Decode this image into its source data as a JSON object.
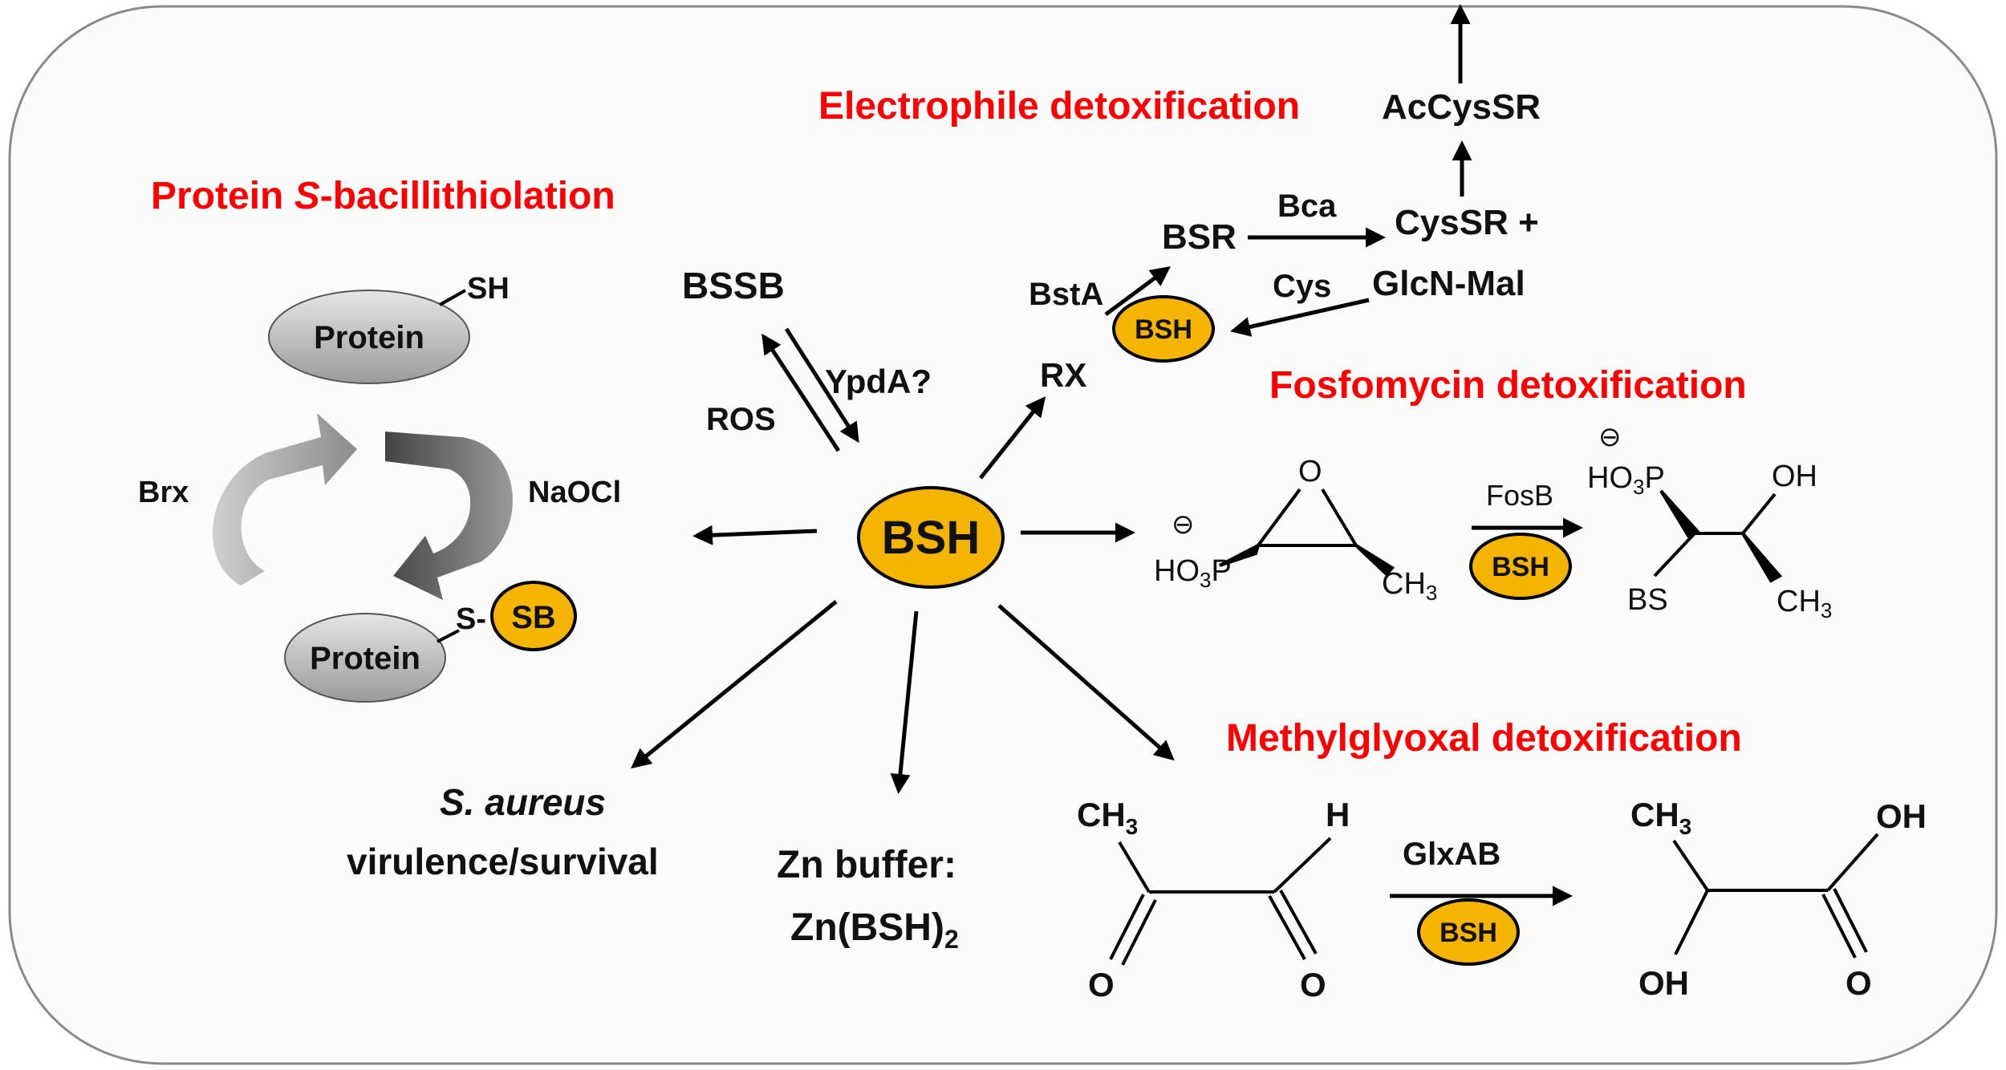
{
  "headings": {
    "protein_s_bacillithiolation": "Protein S-bacillithiolation",
    "electrophile": "Electrophile detoxification",
    "fosfomycin": "Fosfomycin detoxification",
    "methylglyoxal": "Methylglyoxal detoxification"
  },
  "protein_cycle": {
    "sh": "SH",
    "protein": "Protein",
    "brx": "Brx",
    "naocl": "NaOCl",
    "s_dash": "S-",
    "sb": "SB"
  },
  "center": {
    "bsh": "BSH",
    "bssb": "BSSB",
    "ros": "ROS",
    "ypda": "YpdA?"
  },
  "electrophile_path": {
    "rx": "RX",
    "bsta": "BstA",
    "bsr": "BSR",
    "bca": "Bca",
    "cyssr": "CysSR +",
    "glcn_mal": "GlcN-Mal",
    "cys": "Cys",
    "accyssr": "AcCysSR",
    "bsh_badge": "BSH"
  },
  "fosfomycin_path": {
    "minus": "⊖",
    "epoxide_o": "O",
    "ho3p": "HO3P",
    "ch3": "CH3",
    "fosb": "FosB",
    "bsh_badge": "BSH",
    "oh": "OH",
    "bs": "BS"
  },
  "outputs": {
    "s_aureus": "S. aureus",
    "virulence": "virulence/survival",
    "zn_buffer": "Zn buffer:",
    "zn_bsh2": "Zn(BSH)2"
  },
  "methylglyoxal_path": {
    "ch3": "CH3",
    "h": "H",
    "o": "O",
    "glxab": "GlxAB",
    "bsh_badge": "BSH",
    "oh": "OH"
  }
}
